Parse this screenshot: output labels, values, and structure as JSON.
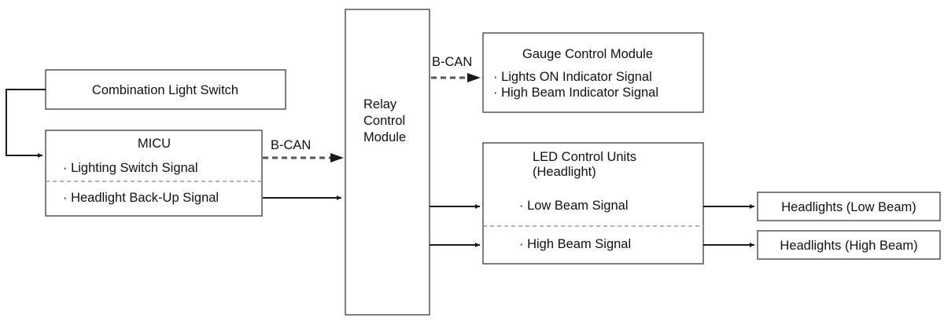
{
  "blocks": {
    "combination_switch": {
      "title": "Combination Light Switch"
    },
    "micu": {
      "title": "MICU",
      "signal_1": "· Lighting Switch Signal",
      "signal_2": "· Headlight Back-Up Signal"
    },
    "relay": {
      "line1": "Relay",
      "line2": "Control",
      "line3": "Module"
    },
    "gauge": {
      "title": "Gauge Control Module",
      "signal_1": "· Lights ON Indicator Signal",
      "signal_2": "· High Beam Indicator Signal"
    },
    "led": {
      "title_line1": "LED Control Units",
      "title_line2": "(Headlight)",
      "signal_1": "· Low Beam Signal",
      "signal_2": "· High Beam Signal"
    },
    "headlights_low": {
      "title": "Headlights (Low Beam)"
    },
    "headlights_high": {
      "title": "Headlights (High Beam)"
    }
  },
  "bus_labels": {
    "micu_to_relay": "B-CAN",
    "relay_to_gauge": "B-CAN"
  }
}
